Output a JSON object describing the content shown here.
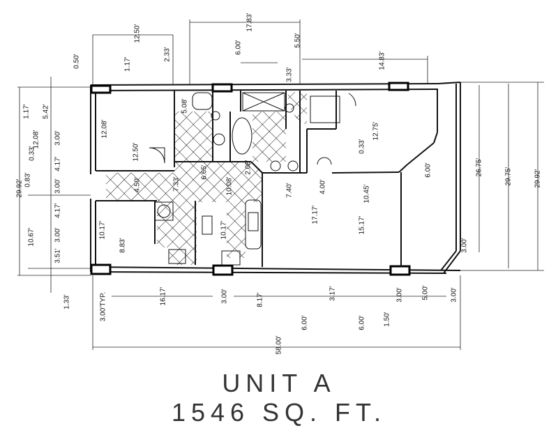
{
  "title": {
    "unit": "UNIT A",
    "area": "1546 SQ. FT."
  },
  "dimensions": {
    "top": [
      "0.50'",
      "12.50'",
      "1.17'",
      "2.33'",
      "17.83'",
      "6.00'",
      "5.50'",
      "3.33'",
      "14.83'",
      "5.08'"
    ],
    "left": [
      "1.17'",
      "5.42'",
      "12.08'",
      "3.00'",
      "0.33'",
      "4.17'",
      "29.92'",
      "0.83'",
      "3.00'",
      "4.17'",
      "10.67'",
      "3.00'",
      "3.51'",
      "1.33'"
    ],
    "interior": [
      "12.08'",
      "12.50'",
      "4.50'",
      "7.33'",
      "6.65'",
      "2.08'",
      "10.08'",
      "10.17'",
      "8.83'",
      "10.17'",
      "0.33'",
      "12.75'",
      "7.40'",
      "4.00'",
      "10.45'",
      "17.17'",
      "15.17'",
      "6.00'"
    ],
    "right": [
      "26.75'",
      "29.75'",
      "29.92'",
      "3.00'"
    ],
    "bottom": [
      "3.00'TYP.",
      "16.17'",
      "3.00'",
      "8.17'",
      "3.17'",
      "3.00'",
      "5.00'",
      "3.00'",
      "6.00'",
      "6.00'",
      "1.50'",
      "58.00'"
    ]
  }
}
